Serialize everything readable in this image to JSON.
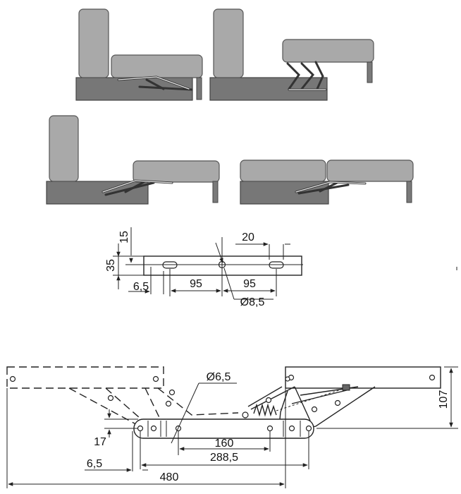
{
  "stages": [
    {
      "id": "stage-1"
    },
    {
      "id": "stage-2"
    },
    {
      "id": "stage-3"
    },
    {
      "id": "stage-4"
    }
  ],
  "plate_detail": {
    "dims": {
      "d15": "15",
      "d20": "20",
      "d35": "35",
      "d6_5": "6,5",
      "d95_left": "95",
      "d95_right": "95",
      "dia": "Ø8,5"
    }
  },
  "mechanism": {
    "dims": {
      "dia": "Ø6,5",
      "d107": "107",
      "d17": "17",
      "d160": "160",
      "d288_5": "288,5",
      "d6_5": "6,5",
      "d480": "480"
    }
  }
}
